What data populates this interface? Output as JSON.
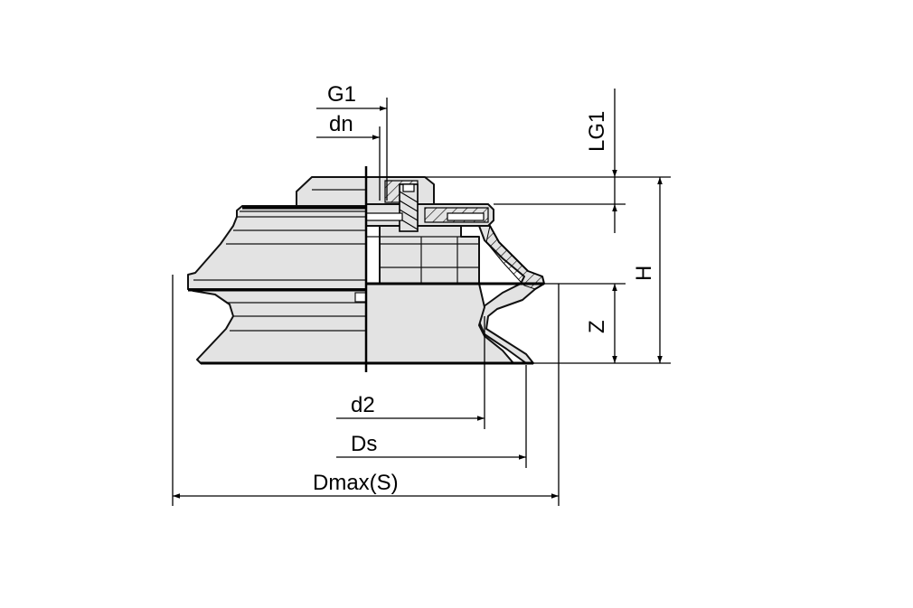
{
  "drawing": {
    "labels": {
      "g1": "G1",
      "dn": "dn",
      "lg1": "LG1",
      "h": "H",
      "z": "Z",
      "d2": "d2",
      "ds": "Ds",
      "dmax": "Dmax(S)"
    },
    "colors": {
      "body": "#e3e3e3",
      "lines": "#111111",
      "background": "#ffffff"
    }
  }
}
